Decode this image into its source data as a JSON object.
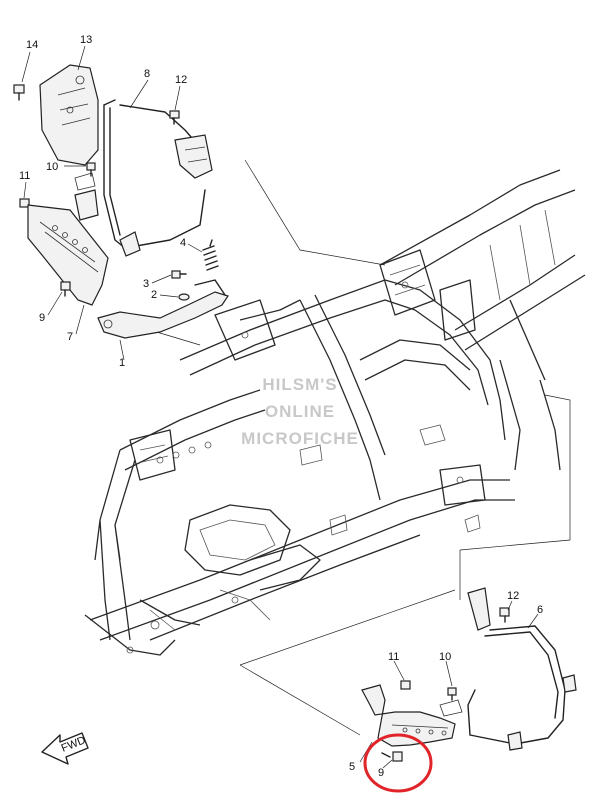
{
  "watermark": {
    "lines": [
      "HILSM'S",
      "ONLINE",
      "MICROFICHE"
    ]
  },
  "callouts": [
    {
      "id": "c14",
      "label": "14"
    },
    {
      "id": "c13",
      "label": "13"
    },
    {
      "id": "c8",
      "label": "8"
    },
    {
      "id": "c12a",
      "label": "12"
    },
    {
      "id": "c10a",
      "label": "10"
    },
    {
      "id": "c11a",
      "label": "11"
    },
    {
      "id": "c4",
      "label": "4"
    },
    {
      "id": "c3",
      "label": "3"
    },
    {
      "id": "c2",
      "label": "2"
    },
    {
      "id": "c9a",
      "label": "9"
    },
    {
      "id": "c7",
      "label": "7"
    },
    {
      "id": "c1",
      "label": "1"
    },
    {
      "id": "c12b",
      "label": "12"
    },
    {
      "id": "c6",
      "label": "6"
    },
    {
      "id": "c11b",
      "label": "11"
    },
    {
      "id": "c10b",
      "label": "10"
    },
    {
      "id": "c5",
      "label": "5"
    },
    {
      "id": "c9b",
      "label": "9"
    }
  ],
  "fwd_label": "FWD",
  "highlight": {
    "color": "#e0242a",
    "target": "9"
  },
  "colors": {
    "line": "#222222",
    "watermark": "#c8c8c8",
    "background": "#ffffff"
  }
}
